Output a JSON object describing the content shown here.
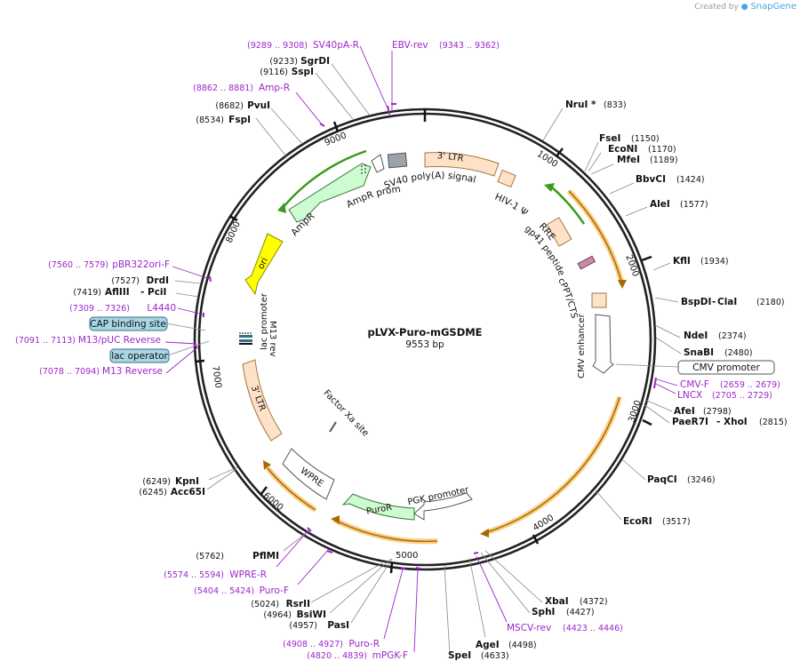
{
  "credit": {
    "prefix": "Created by",
    "brand": "SnapGene"
  },
  "plasmid": {
    "name": "pLVX-Puro-mGSDME",
    "size_label": "9553 bp",
    "length": 9553
  },
  "colors": {
    "site": "#000000",
    "primer": "#9b27c9",
    "ltr": "#fde2c8",
    "ltr_stroke": "#a6763e",
    "orf_fill": "#cdfcd0",
    "orf_stroke": "#3d7a3d",
    "promoter": "#ffffff",
    "ori": "#ffff00",
    "ori_stroke": "#8b8b00",
    "highlight": "#f5a623",
    "highlight_line": "#a86a00",
    "green_line": "#3a9a1d",
    "box_fill": "#a7d5e3",
    "box_stroke": "#3b6f80"
  },
  "ticks": [
    "1000",
    "2000",
    "3000",
    "4000",
    "5000",
    "6000",
    "7000",
    "8000",
    "9000"
  ],
  "sites": [
    {
      "id": "nrui",
      "name": "NruI *",
      "pos": "(833)"
    },
    {
      "id": "fsei",
      "name": "FseI",
      "pos": "(1150)"
    },
    {
      "id": "econi",
      "name": "EcoNI",
      "pos": "(1170)"
    },
    {
      "id": "mfei",
      "name": "MfeI",
      "pos": "(1189)"
    },
    {
      "id": "bbvci",
      "name": "BbvCI",
      "pos": "(1424)"
    },
    {
      "id": "alei",
      "name": "AleI",
      "pos": "(1577)"
    },
    {
      "id": "kfli",
      "name": "KflI",
      "pos": "(1934)"
    },
    {
      "id": "bspdi",
      "name": "BspDI",
      "name2": "ClaI",
      "pos": "(2180)"
    },
    {
      "id": "ndei",
      "name": "NdeI",
      "pos": "(2374)"
    },
    {
      "id": "snabi",
      "name": "SnaBI",
      "pos": "(2480)"
    },
    {
      "id": "afei",
      "name": "AfeI",
      "pos": "(2798)"
    },
    {
      "id": "paer7i",
      "name": "PaeR7I",
      "name2": "XhoI",
      "pos": "(2815)"
    },
    {
      "id": "paqci",
      "name": "PaqCI",
      "pos": "(3246)"
    },
    {
      "id": "ecori",
      "name": "EcoRI",
      "pos": "(3517)"
    },
    {
      "id": "xbai",
      "name": "XbaI",
      "pos": "(4372)"
    },
    {
      "id": "sphi",
      "name": "SphI",
      "pos": "(4427)"
    },
    {
      "id": "agei",
      "name": "AgeI",
      "pos": "(4498)"
    },
    {
      "id": "spei",
      "name": "SpeI",
      "pos": "(4633)"
    },
    {
      "id": "pasi",
      "name": "PasI",
      "pos": "(4957)"
    },
    {
      "id": "bsiwi",
      "name": "BsiWI",
      "pos": "(4964)"
    },
    {
      "id": "rsrii",
      "name": "RsrII",
      "pos": "(5024)"
    },
    {
      "id": "pflmi",
      "name": "PflMI",
      "pos": "(5762)"
    },
    {
      "id": "acc65i",
      "name": "Acc65I",
      "pos": "(6245)"
    },
    {
      "id": "kpni",
      "name": "KpnI",
      "pos": "(6249)"
    },
    {
      "id": "afliii",
      "name": "AflIII",
      "name2": "PciI",
      "pos": "(7419)"
    },
    {
      "id": "drdi",
      "name": "DrdI",
      "pos": "(7527)"
    },
    {
      "id": "fspi",
      "name": "FspI",
      "pos": "(8534)"
    },
    {
      "id": "pvui",
      "name": "PvuI",
      "pos": "(8682)"
    },
    {
      "id": "sspi",
      "name": "SspI",
      "pos": "(9116)"
    },
    {
      "id": "sgrdi",
      "name": "SgrDI",
      "pos": "(9233)"
    }
  ],
  "primers": [
    {
      "id": "sv40pa-r",
      "name": "SV40pA-R",
      "range": "(9289 .. 9308)"
    },
    {
      "id": "ebv-rev",
      "name": "EBV-rev",
      "range": "(9343 .. 9362)"
    },
    {
      "id": "amp-r",
      "name": "Amp-R",
      "range": "(8862 .. 8881)"
    },
    {
      "id": "pbr322ori-f",
      "name": "pBR322ori-F",
      "range": "(7560 .. 7579)"
    },
    {
      "id": "l4440",
      "name": "L4440",
      "range": "(7309 .. 7326)"
    },
    {
      "id": "m13-puc-reverse",
      "name": "M13/pUC Reverse",
      "range": "(7091 .. 7113)"
    },
    {
      "id": "m13-reverse",
      "name": "M13 Reverse",
      "range": "(7078 .. 7094)"
    },
    {
      "id": "cmv-f",
      "name": "CMV-F",
      "range": "(2659 .. 2679)"
    },
    {
      "id": "lncx",
      "name": "LNCX",
      "range": "(2705 .. 2729)"
    },
    {
      "id": "msciv-rev",
      "name": "MSCV-rev",
      "range": "(4423 .. 4446)"
    },
    {
      "id": "wpre-r",
      "name": "WPRE-R",
      "range": "(5574 .. 5594)"
    },
    {
      "id": "puro-f",
      "name": "Puro-F",
      "range": "(5404 .. 5424)"
    },
    {
      "id": "puro-r",
      "name": "Puro-R",
      "range": "(4908 .. 4927)"
    },
    {
      "id": "mpgk-f",
      "name": "mPGK-F",
      "range": "(4820 .. 4839)"
    }
  ],
  "boxes": [
    {
      "id": "cap-binding-site",
      "label": "CAP binding site"
    },
    {
      "id": "lac-operator",
      "label": "lac operator"
    },
    {
      "id": "cmv-promoter-box",
      "label": "CMV promoter"
    }
  ],
  "features": {
    "ltr3_top": "3' LTR",
    "sv40": "SV40 poly(A) signal",
    "hiv": "HIV-1 Ψ",
    "ampr_promoter": "AmpR promoter",
    "ampr": "AmpR",
    "rre": "RRE",
    "gp41": "gp41 peptide",
    "cppt": "cPPT/CTS",
    "ori": "ori",
    "lac_promoter": "lac promoter",
    "m13_rev": "M13 rev",
    "cmv_enhancer": "CMV enhancer",
    "ltr3_bottom": "3' LTR",
    "factor_xa": "Factor Xa site",
    "wpre": "WPRE",
    "pgk_promoter": "PGK promoter",
    "puror": "PuroR"
  }
}
